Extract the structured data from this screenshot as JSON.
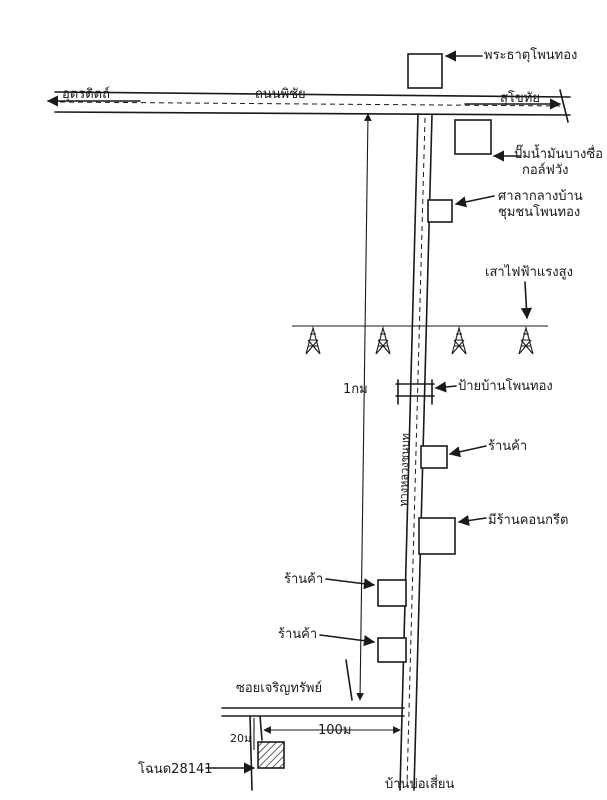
{
  "roads": {
    "main_road_name": "ถนนพิชัย",
    "left_direction": "อุตรดิตถ์",
    "right_direction": "สุโขทัย",
    "vertical_road_name": "ทางหลวงชนบท",
    "bottom_end": "บ้านบ่อเสี่ยน"
  },
  "landmarks": {
    "top_right": "พระธาตุโพนทอง",
    "gas_station_line1": "ปั๊มน้ำมันบางซื่อ",
    "gas_station_line2": "กอล์ฟวัง",
    "hospital_line1": "ศาลากลางบ้าน",
    "hospital_line2": "ชุมชนโพนทอง",
    "power_line": "เสาไฟฟ้าแรงสูง",
    "bridge": "ป้ายบ้านโพนทอง",
    "shop_right": "ร้านค้า",
    "concrete_factory": "มีร้านคอนกรีต",
    "shop_left_1": "ร้านค้า",
    "shop_left_2": "ร้านค้า",
    "soi": "ซอยเจริญทรัพย์",
    "land_plot": "โฉนด28141"
  },
  "measurements": {
    "distance_vertical": "1กม",
    "distance_horizontal": "100ม",
    "distance_small": "20ม"
  }
}
